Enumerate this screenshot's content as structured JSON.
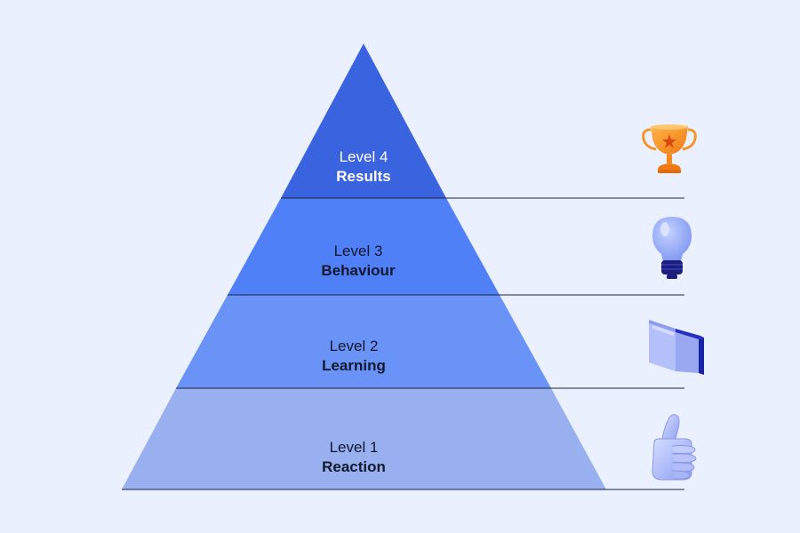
{
  "levels": [
    {
      "number": "Level 4",
      "name": "Results",
      "icon": "trophy-icon",
      "color": "#3a63e0"
    },
    {
      "number": "Level 3",
      "name": "Behaviour",
      "icon": "lightbulb-icon",
      "color": "#4f80f7"
    },
    {
      "number": "Level 2",
      "name": "Learning",
      "icon": "book-icon",
      "color": "#6a93f7"
    },
    {
      "number": "Level 1",
      "name": "Reaction",
      "icon": "thumbs-up-icon",
      "color": "#98b0ef"
    }
  ],
  "colors": {
    "background": "#eaf0fd",
    "divider": "#1e2440"
  }
}
